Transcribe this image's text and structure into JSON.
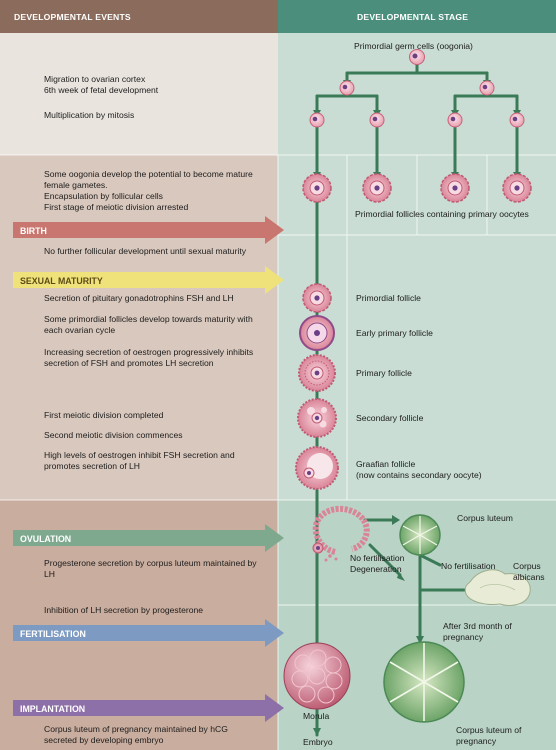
{
  "headers": {
    "left": "DEVELOPMENTAL EVENTS",
    "right": "DEVELOPMENTAL STAGE"
  },
  "colors": {
    "left_header": "#8a6b5c",
    "right_header": "#4c8e7c",
    "left_panel_light": "#e9e4de",
    "left_panel_dark": "#cfb6a8",
    "right_panel": "#c9ddd4",
    "right_panel_dark": "#b5cfc3",
    "connector": "#3b7a57",
    "birth_arrow": "#c8766f",
    "sexual_maturity_arrow": "#efe27a",
    "ovulation_arrow": "#7fa98f",
    "fertilisation_arrow": "#7d9ac2",
    "implantation_arrow": "#8e70a8"
  },
  "events": {
    "migration_1": "Migration to ovarian cortex",
    "migration_2": "6th week of fetal development",
    "mitosis": "Multiplication by mitosis",
    "oogonia_1": "Some oogonia develop the potential to become mature",
    "oogonia_2": "female gametes.",
    "encapsulation": "Encapsulation by follicular cells",
    "meiotic_arrest": "First stage of meiotic division arrested",
    "no_further": "No further follicular development until sexual maturity",
    "fsh_lh": "Secretion of pituitary gonadotrophins FSH and LH",
    "some_primordial_1": "Some primordial follicles develop towards maturity with",
    "some_primordial_2": "each ovarian cycle",
    "oestrogen_1": "Increasing secretion of oestrogen progressively inhibits",
    "oestrogen_2": "secretion of FSH and promotes LH secretion",
    "first_meiotic": "First meiotic division completed",
    "second_meiotic": "Second meiotic division commences",
    "high_levels_1": "High levels of oestrogen inhibit FSH secretion and",
    "high_levels_2": "promotes secretion of LH",
    "progesterone_1": "Progesterone secretion by corpus luteum maintained by",
    "progesterone_2": "LH",
    "inhibition_lh": "Inhibition of LH secretion by progesterone",
    "corpus_preg_1": "Corpus luteum of pregnancy maintained by hCG",
    "corpus_preg_2": "secreted by developing embryo"
  },
  "arrows": {
    "birth": "BIRTH",
    "sexual_maturity": "SEXUAL MATURITY",
    "ovulation": "OVULATION",
    "fertilisation": "FERTILISATION",
    "implantation": "IMPLANTATION"
  },
  "stages": {
    "primordial_germ": "Primordial germ cells (oogonia)",
    "primordial_follicles": "Primordial follicles containing primary oocytes",
    "primordial_follicle": "Primordial follicle",
    "early_primary": "Early primary follicle",
    "primary": "Primary follicle",
    "secondary": "Secondary follicle",
    "graafian_1": "Graafian follicle",
    "graafian_2": "(now contains secondary oocyte)",
    "corpus_luteum": "Corpus luteum",
    "no_fert_1": "No fertilisation",
    "no_fert_2": "No fertilisation",
    "degeneration": "Degeneration",
    "corpus_albicans_1": "Corpus",
    "corpus_albicans_2": "albicans",
    "after_3rd_1": "After 3rd month of",
    "after_3rd_2": "pregnancy",
    "corpus_lut_preg_1": "Corpus luteum of",
    "corpus_lut_preg_2": "pregnancy",
    "morula": "Morula",
    "embryo": "Embryo"
  }
}
